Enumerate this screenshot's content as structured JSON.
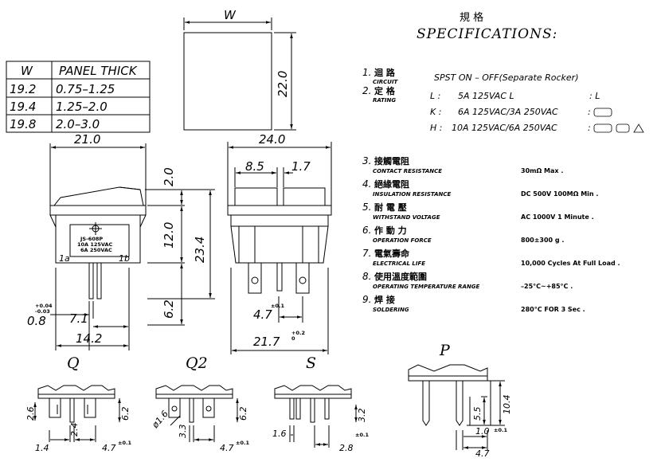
{
  "panel_table": {
    "header_w": "W",
    "header_thick": "PANEL THICK",
    "rows": [
      {
        "w": "19.2",
        "thick": "0.75–1.25"
      },
      {
        "w": "19.4",
        "thick": "1.25–2.0"
      },
      {
        "w": "19.8",
        "thick": "2.0–3.0"
      }
    ]
  },
  "top_view": {
    "w_label": "W",
    "height": "22.0"
  },
  "side_view": {
    "width": "21.0",
    "dims": {
      "top": "2.0",
      "mid": "12.0",
      "total": "23.4",
      "bottom": "6.2",
      "pin": "0.8",
      "tol_plus": "+0.04",
      "tol_minus": "-0.03",
      "pin_gap": "7.1",
      "base": "14.2"
    },
    "body_text": [
      "JS-608P",
      "10A 125VAC",
      "6A 250VAC"
    ],
    "term_1a": "1a",
    "term_1b": "1b"
  },
  "front_view": {
    "width": "24.0",
    "dims": {
      "left": "8.5",
      "right": "1.7",
      "term": "4.7",
      "term_tol": "±0.1",
      "base": "21.7",
      "base_tol_plus": "+0.2",
      "base_tol_minus": "0"
    }
  },
  "spec": {
    "title_zh": "規 格",
    "title_en": "SPECIFICATIONS:",
    "circuit": {
      "num": "1.",
      "zh": "迴 路",
      "en": "CIRCUIT",
      "value": "SPST  ON – OFF(Separate Rocker)"
    },
    "rating": {
      "num": "2.",
      "zh": "定 格",
      "en": "RATING",
      "lines": [
        {
          "code": "L :",
          "value": "5A  125VAC L",
          "suffix": ": L"
        },
        {
          "code": "K :",
          "value": "6A  125VAC/3A  250VAC",
          "suffix": ":"
        },
        {
          "code": "H :",
          "value": "10A  125VAC/6A  250VAC",
          "suffix": ":"
        }
      ]
    },
    "rows": [
      {
        "num": "3.",
        "zh": "接觸電阻",
        "en": "CONTACT RESISTANCE",
        "value": "30mΩ  Max ."
      },
      {
        "num": "4.",
        "zh": "絕緣電阻",
        "en": "INSULATION RESISTANCE",
        "value": "DC 500V 100MΩ Min ."
      },
      {
        "num": "5.",
        "zh": "耐 電 壓",
        "en": "WITHSTAND VOLTAGE",
        "value": "AC 1000V  1 Minute ."
      },
      {
        "num": "6.",
        "zh": "作 動 力",
        "en": "OPERATION FORCE",
        "value": "800±300  g ."
      },
      {
        "num": "7.",
        "zh": "電氣壽命",
        "en": "ELECTRICAL LIFE",
        "value": "10,000 Cycles At Full Load ."
      },
      {
        "num": "8.",
        "zh": "使用溫度範圍",
        "en": "OPERATING TEMPERATURE RANGE",
        "value": "–25°C~+85°C ."
      },
      {
        "num": "9.",
        "zh": "焊 接",
        "en": "SOLDERING",
        "value": "280°C FOR 3 Sec ."
      }
    ]
  },
  "variants": {
    "Q": {
      "label": "Q",
      "d1": "2.6",
      "d2": "6.2",
      "d3": "2.4",
      "d4": "1.4",
      "d5": "4.7",
      "tol": "±0.1"
    },
    "Q2": {
      "label": "Q2",
      "d1": "ø1.6",
      "d2": "6.2",
      "d3": "3.3",
      "d5": "4.7",
      "tol": "±0.1"
    },
    "S": {
      "label": "S",
      "d1": "3.2",
      "d2": "1.6",
      "d3": "2.8",
      "tol": "±0.1"
    },
    "P": {
      "label": "P",
      "d1": "10.4",
      "d2": "5.5",
      "d3": "1.0",
      "d4": "4.7",
      "tol": "±0.1"
    }
  }
}
